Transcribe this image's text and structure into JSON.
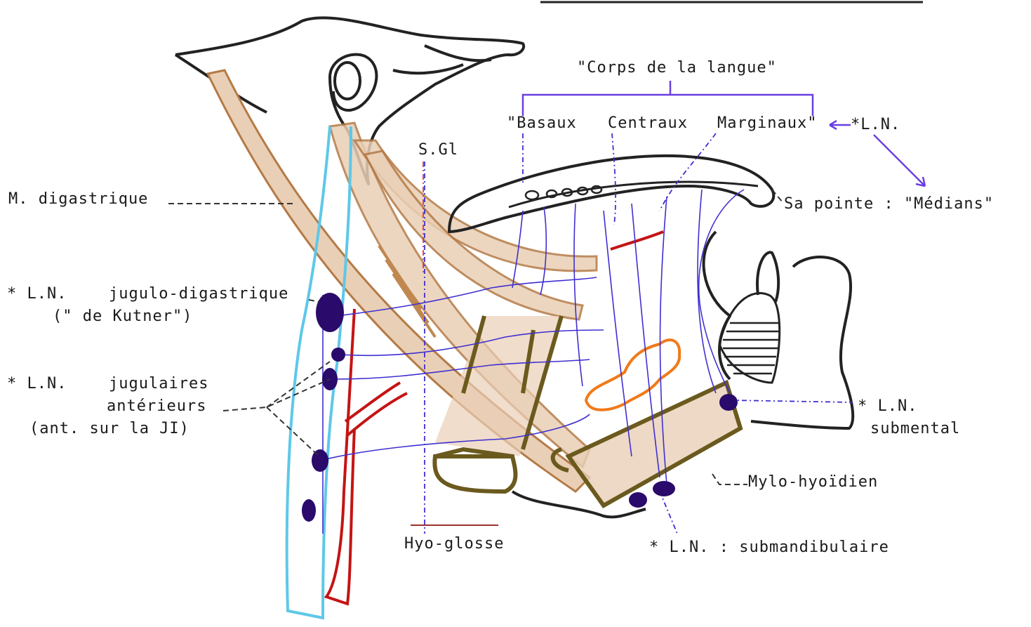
{
  "labels": {
    "corps": "\"Corps de la langue\"",
    "basaux": "\"Basaux",
    "centraux": "Centraux",
    "marginaux": "Marginaux\"",
    "ln_top": "*L.N.",
    "sgl": "S.Gl",
    "digastrique": "M. digastrique",
    "sa_pointe": "Sa pointe : \"Médians\"",
    "jd_ln": "* L.N.",
    "jd_name": "jugulo-digastrique",
    "jd_kutner": "(\" de Kutner\")",
    "ja_ln": "* L.N.",
    "ja_line1": "jugulaires",
    "ja_line2": "antérieurs",
    "ja_line3": "(ant. sur la JI)",
    "submental_ln": "* L.N.",
    "submental": "submental",
    "mylo": "Mylo-hyoïdien",
    "hyo": "Hyo-glosse",
    "submand": "* L.N. : submandibulaire"
  },
  "colors": {
    "muscle": "#e9cfb6",
    "lymph": "#3f2fd0",
    "node": "#2a0a6a",
    "vein": "#5ec8e8",
    "artery": "#c41414",
    "gland": "#f07a1a"
  }
}
